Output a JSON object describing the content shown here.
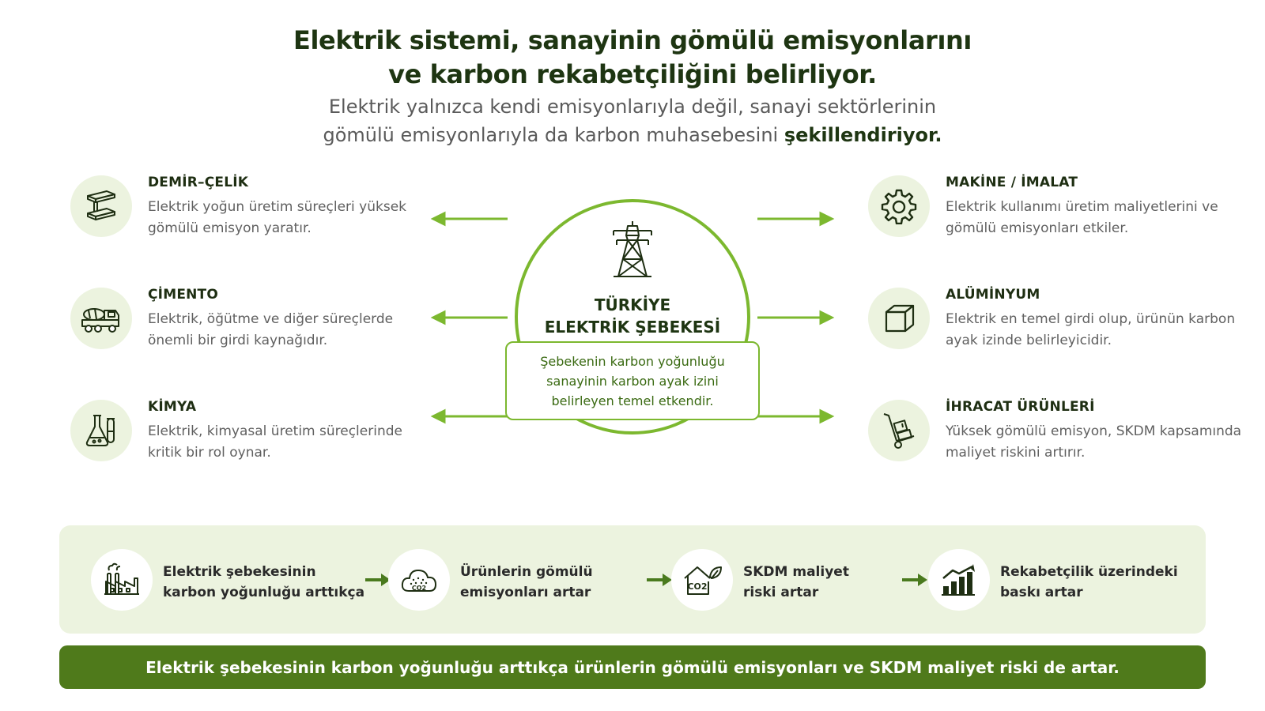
{
  "header": {
    "title_line1": "Elektrik sistemi, sanayinin gömülü emisyonlarını",
    "title_line2": "ve karbon rekabetçiliğini belirliyor.",
    "subtitle_line1": "Elektrik yalnızca kendi emisyonlarıyla değil, sanayi sektörlerinin",
    "subtitle_line2_pre": "gömülü emisyonlarıyla da karbon muhasebesini ",
    "subtitle_line2_bold": "şekillendiriyor."
  },
  "hub": {
    "title_line1": "TÜRKİYE",
    "title_line2": "ELEKTRİK ŞEBEKESİ",
    "box_line1": "Şebekenin karbon yoğunluğu",
    "box_line2": "sanayinin karbon ayak izini",
    "box_line3": "belirleyen temel etkendir.",
    "icon": "power-tower-icon"
  },
  "sectors_left": [
    {
      "name": "DEMİR–ÇELİK",
      "desc": "Elektrik yoğun üretim süreçleri yüksek gömülü emisyon yaratır.",
      "icon": "steel-beam-icon"
    },
    {
      "name": "ÇİMENTO",
      "desc": "Elektrik, öğütme ve diğer süreçlerde önemli bir girdi kaynağıdır.",
      "icon": "cement-mixer-icon"
    },
    {
      "name": "KİMYA",
      "desc": "Elektrik, kimyasal üretim süreçlerinde kritik bir rol oynar.",
      "icon": "flask-icon"
    }
  ],
  "sectors_right": [
    {
      "name": "MAKİNE / İMALAT",
      "desc": "Elektrik kullanımı üretim maliyetlerini ve gömülü emisyonları etkiler.",
      "icon": "gear-icon"
    },
    {
      "name": "ALÜMİNYUM",
      "desc": "Elektrik en temel girdi olup, ürünün karbon ayak izinde belirleyicidir.",
      "icon": "cube-icon"
    },
    {
      "name": "İHRACAT ÜRÜNLERİ",
      "desc": "Yüksek gömülü emisyon, SKDM kapsamında maliyet riskini artırır.",
      "icon": "hand-truck-icon"
    }
  ],
  "flow": [
    {
      "line1": "Elektrik şebekesinin",
      "line2": "karbon yoğunluğu arttıkça",
      "icon": "factory-icon"
    },
    {
      "line1": "Ürünlerin gömülü",
      "line2": "emisyonları artar",
      "icon": "co2-cloud-icon"
    },
    {
      "line1": "SKDM maliyet",
      "line2": "riski artar",
      "icon": "co2-house-leaf-icon"
    },
    {
      "line1": "Rekabetçilik üzerindeki",
      "line2": "baskı artar",
      "icon": "rising-bar-chart-icon"
    }
  ],
  "co2_label": "CO2",
  "banner": "Elektrik şebekesinin karbon yoğunluğu arttıkça ürünlerin gömülü emisyonları ve SKDM maliyet riski de artar.",
  "colors": {
    "dark_green": "#1e3512",
    "accent_green": "#7cb82f",
    "light_green_bg": "#ecf3df",
    "banner_green": "#4f7a1b",
    "flow_arrow_green": "#4a7a1e"
  }
}
